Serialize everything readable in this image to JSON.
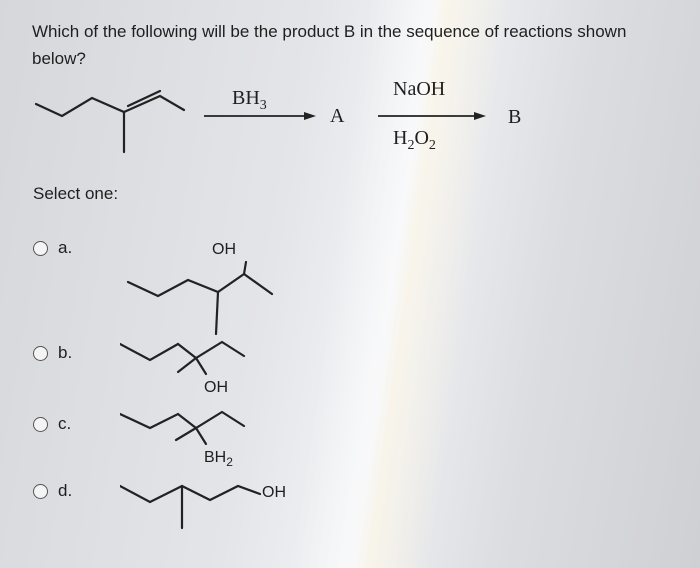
{
  "question": {
    "text": "Which of the following will be the product B in the sequence of reactions shown below?"
  },
  "scheme": {
    "step1_reagent": "BH3",
    "intermediate": "A",
    "step2_reagent_top": "NaOH",
    "step2_reagent_bottom": "H2O2",
    "product": "B"
  },
  "select_label": "Select one:",
  "options": [
    {
      "letter": "a.",
      "group_label": "OH"
    },
    {
      "letter": "b.",
      "group_label": "OH"
    },
    {
      "letter": "c.",
      "group_label": "BH2"
    },
    {
      "letter": "d.",
      "group_label": "OH"
    }
  ]
}
